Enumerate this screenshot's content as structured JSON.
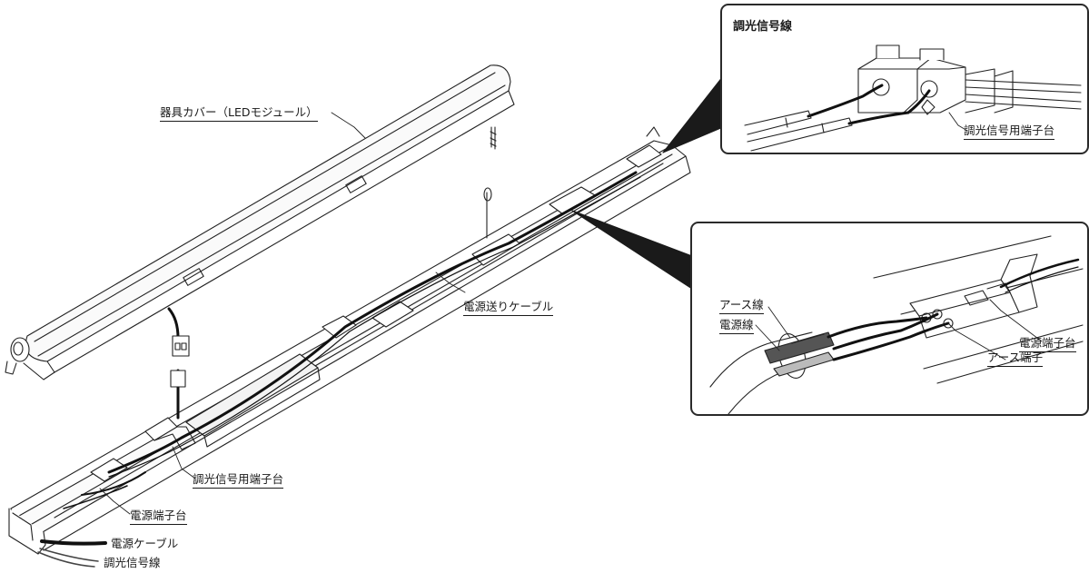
{
  "labels": {
    "cover": "器具カバー（LEDモジュール）",
    "power_feed_cable": "電源送りケーブル",
    "dimming_terminal": "調光信号用端子台",
    "power_terminal": "電源端子台",
    "power_cable": "電源ケーブル",
    "dimming_wire": "調光信号線"
  },
  "inset_dimming": {
    "title": "調光信号線",
    "terminal_label": "調光信号用端子台"
  },
  "inset_power": {
    "earth_wire": "アース線",
    "power_wire": "電源線",
    "power_terminal": "電源端子台",
    "earth_terminal": "アース端子"
  }
}
